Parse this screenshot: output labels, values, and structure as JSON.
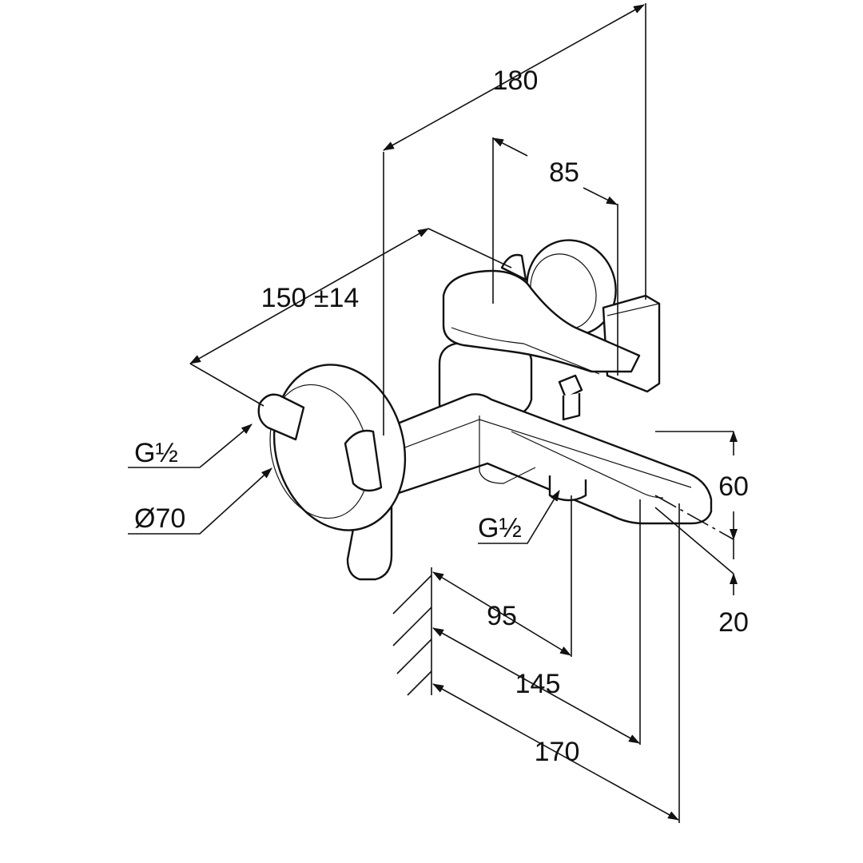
{
  "drawing": {
    "dimensions": {
      "overall_width": "180",
      "lever_offset": "85",
      "inlet_spacing": "150 ±14",
      "inlet_thread_left": "G½",
      "rosette_diameter": "Ø70",
      "outlet_thread": "G½",
      "spout_height": "60",
      "spout_lip": "20",
      "outlet_projection": "95",
      "spout_projection": "145",
      "total_projection": "170"
    },
    "colors": {
      "line": "#111111",
      "background": "#ffffff"
    }
  }
}
